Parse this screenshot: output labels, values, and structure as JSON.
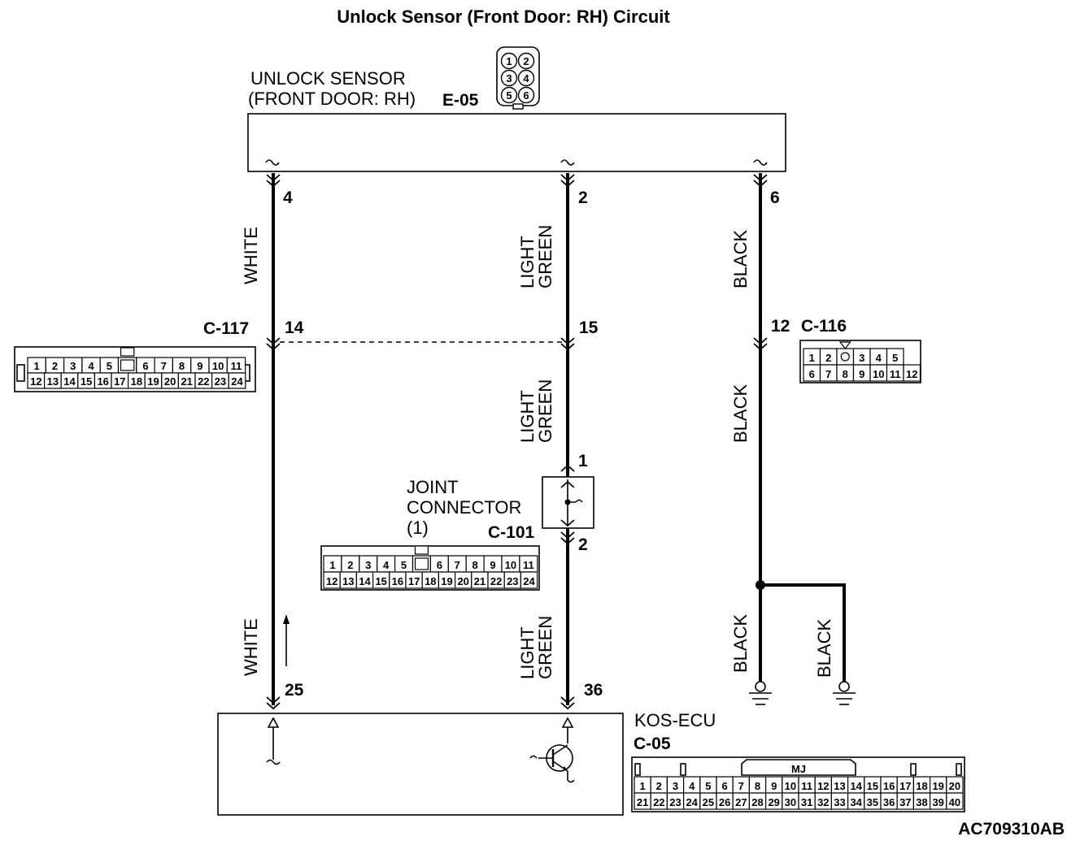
{
  "title": "Unlock Sensor (Front Door: RH) Circuit",
  "sensor": {
    "name_line1": "UNLOCK SENSOR",
    "name_line2": "(FRONT DOOR: RH)",
    "connector": "E-05",
    "pins": [
      "1",
      "2",
      "3",
      "4",
      "5",
      "6"
    ]
  },
  "wires": {
    "left_top_color": "WHITE",
    "left_bottom_color": "WHITE",
    "mid_top_color": [
      "LIGHT",
      "GREEN"
    ],
    "mid_middle_color": [
      "LIGHT",
      "GREEN"
    ],
    "mid_bottom_color": [
      "LIGHT",
      "GREEN"
    ],
    "right_top_color": "BLACK",
    "right_middle_color": "BLACK",
    "right_bottom_color": "BLACK",
    "right_branch_color": "BLACK"
  },
  "pins": {
    "sensor_left": "4",
    "sensor_mid": "2",
    "sensor_right": "6",
    "c117_pin": "14",
    "c117_mid_pin": "15",
    "c116_pin": "12",
    "joint_in": "1",
    "joint_out": "2",
    "ecu_left": "25",
    "ecu_mid": "36"
  },
  "c117": {
    "name": "C-117",
    "row1": [
      "1",
      "2",
      "3",
      "4",
      "5",
      "",
      "6",
      "7",
      "8",
      "9",
      "10",
      "11"
    ],
    "row2": [
      "12",
      "13",
      "14",
      "15",
      "16",
      "17",
      "18",
      "19",
      "20",
      "21",
      "22",
      "23",
      "24"
    ]
  },
  "c116": {
    "name": "C-116",
    "row1": [
      "1",
      "2",
      "",
      "3",
      "4",
      "5"
    ],
    "row2": [
      "6",
      "7",
      "8",
      "9",
      "10",
      "11",
      "12"
    ]
  },
  "joint": {
    "line1": "JOINT",
    "line2": "CONNECTOR",
    "line3": "(1)",
    "name": "C-101",
    "row1": [
      "1",
      "2",
      "3",
      "4",
      "5",
      "",
      "6",
      "7",
      "8",
      "9",
      "10",
      "11"
    ],
    "row2": [
      "12",
      "13",
      "14",
      "15",
      "16",
      "17",
      "18",
      "19",
      "20",
      "21",
      "22",
      "23",
      "24"
    ]
  },
  "ecu": {
    "name": "KOS-ECU",
    "connector": "C-05",
    "key_label": "MJ",
    "row1": [
      "1",
      "2",
      "3",
      "4",
      "5",
      "6",
      "7",
      "8",
      "9",
      "10",
      "11",
      "12",
      "13",
      "14",
      "15",
      "16",
      "17",
      "18",
      "19",
      "20"
    ],
    "row2": [
      "21",
      "22",
      "23",
      "24",
      "25",
      "26",
      "27",
      "28",
      "29",
      "30",
      "31",
      "32",
      "33",
      "34",
      "35",
      "36",
      "37",
      "38",
      "39",
      "40"
    ]
  },
  "code": "AC709310AB"
}
